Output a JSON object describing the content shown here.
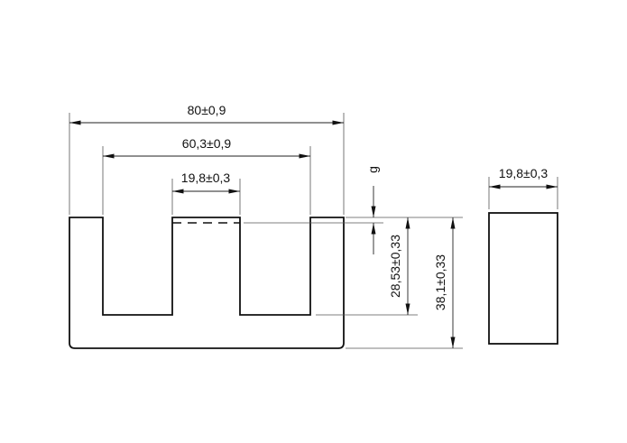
{
  "drawing": {
    "type": "E-core technical drawing",
    "front_view": {
      "dimensions": {
        "overall_width": "80±0,9",
        "inner_width": "60,3±0,9",
        "center_leg_width": "19,8±0,3",
        "gap_label": "g",
        "window_height": "28,53±0,33",
        "overall_height": "38,1±0,33"
      }
    },
    "side_view": {
      "dimensions": {
        "depth": "19,8±0,3"
      }
    },
    "colors": {
      "outline": "#111111",
      "extension_lines": "#555555",
      "background": "#ffffff"
    }
  }
}
